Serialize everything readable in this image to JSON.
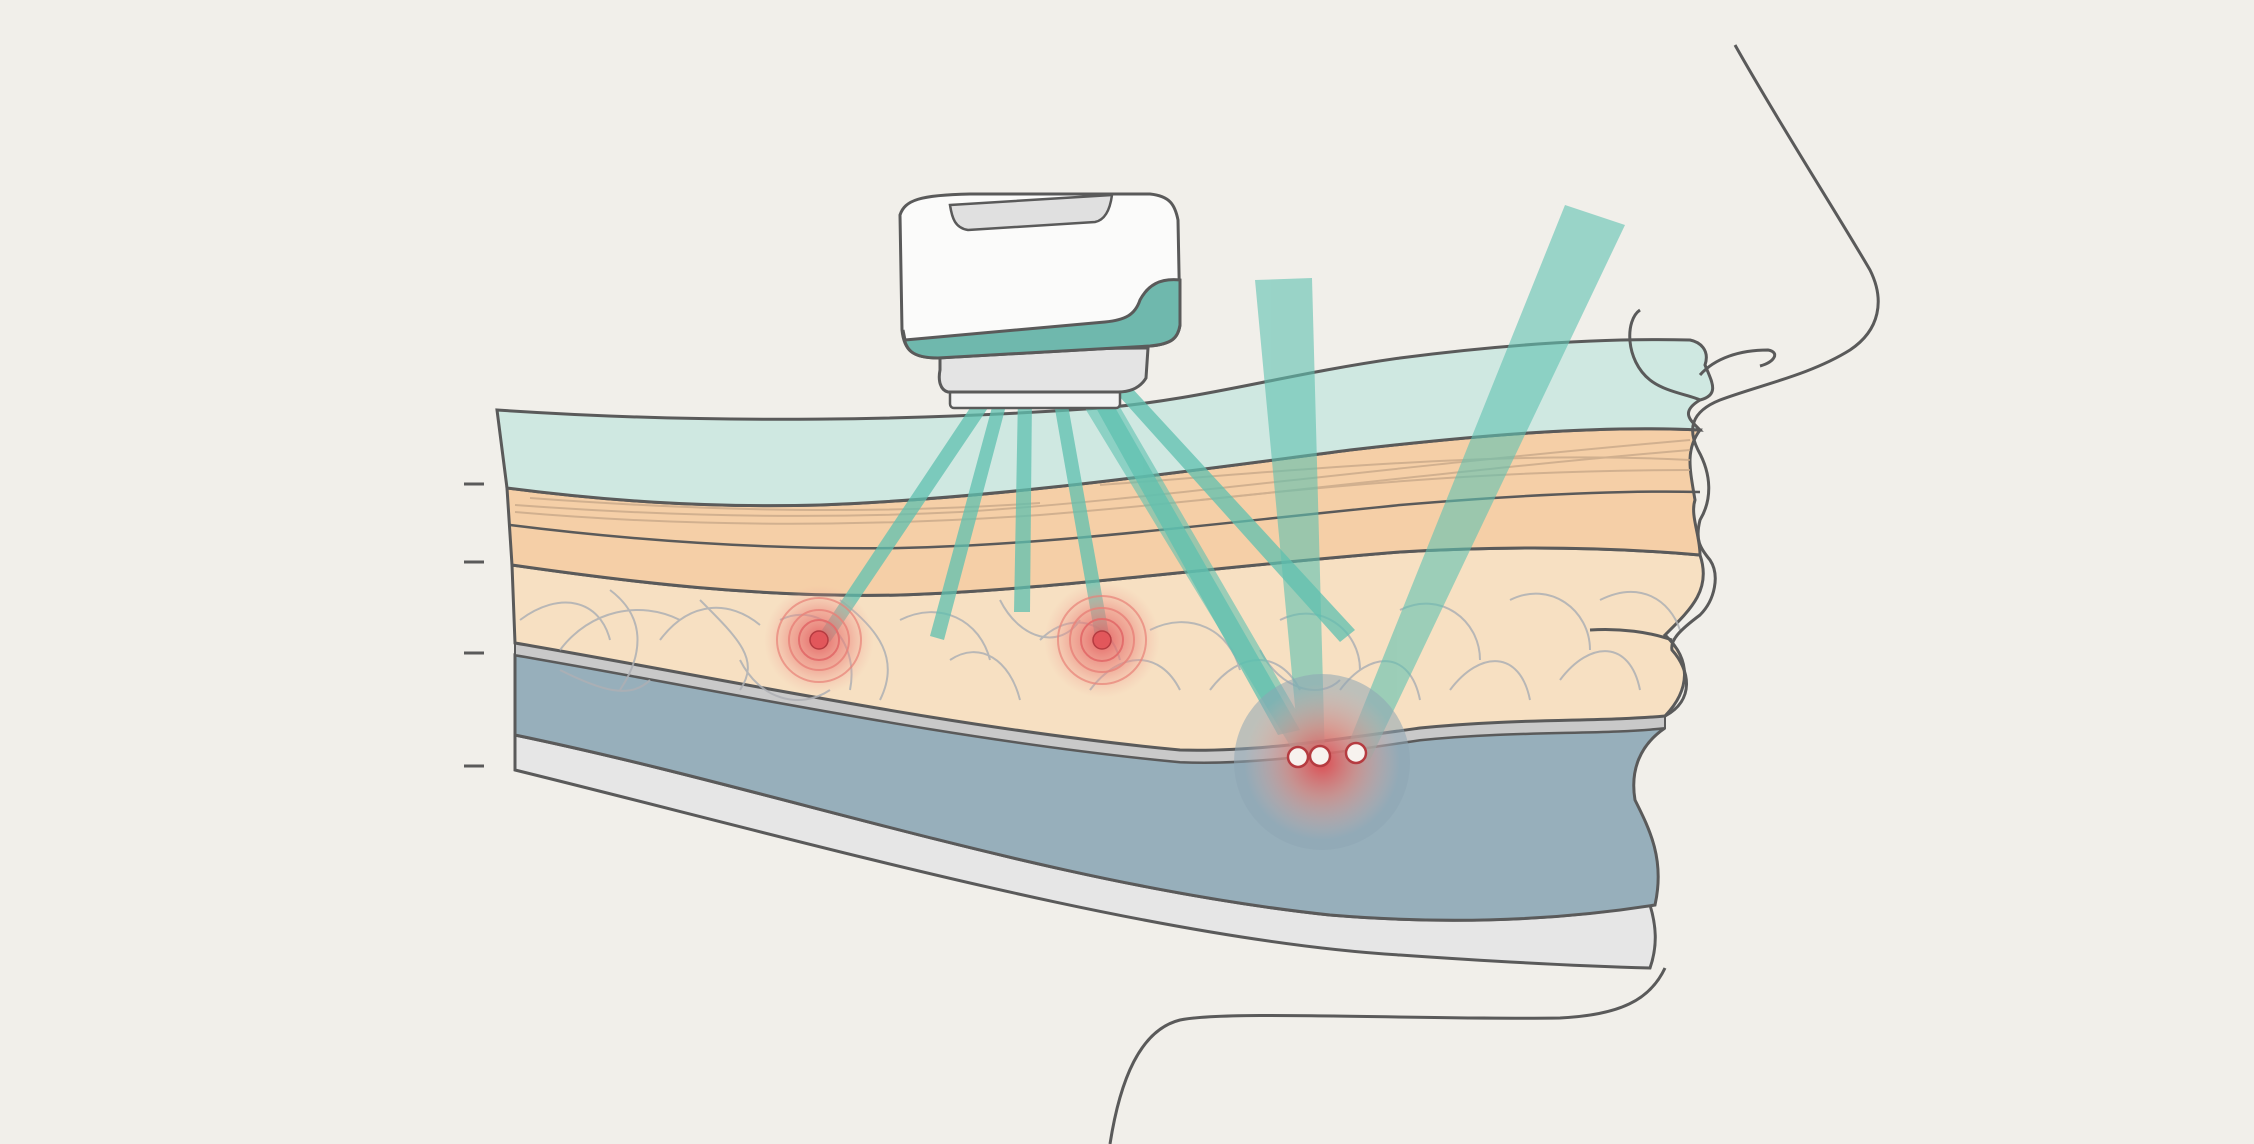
{
  "diagram": {
    "labels": [],
    "palette": {
      "background": "#f1efea",
      "outline": "#5a5a5a",
      "epidermis": "#cfe8e1",
      "dermis": "#f5cfa7",
      "fat": "#f7e0c2",
      "fiber": "#cdbcaa",
      "muscle": "#97afbb",
      "bone": "#e6e6e6",
      "beam": "#5fc1b0",
      "focal": "#e2575b"
    },
    "layers": [
      "epidermis-layer",
      "dermis-layer",
      "fat-layer",
      "muscle-layer",
      "bone-layer"
    ],
    "focal_points": 3,
    "beams_from_transducer": 6,
    "scale_ticks": 4
  }
}
